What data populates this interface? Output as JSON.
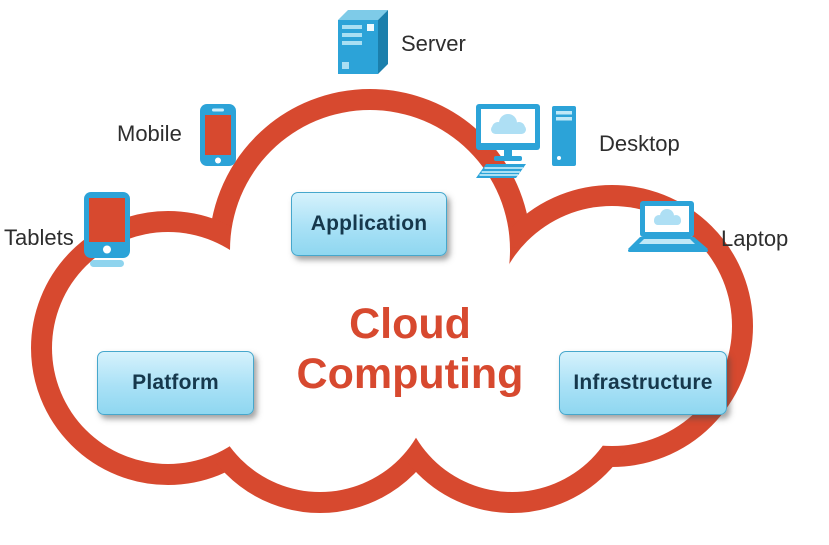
{
  "title": {
    "line1": "Cloud",
    "line2": "Computing"
  },
  "boxes": {
    "application": {
      "label": "Application"
    },
    "platform": {
      "label": "Platform"
    },
    "infrastructure": {
      "label": "Infrastructure"
    }
  },
  "devices": {
    "server": {
      "label": "Server"
    },
    "mobile": {
      "label": "Mobile"
    },
    "tablets": {
      "label": "Tablets"
    },
    "desktop": {
      "label": "Desktop"
    },
    "laptop": {
      "label": "Laptop"
    }
  },
  "colors": {
    "cloud_outline": "#D7492F",
    "title_text": "#D7492F",
    "box_fill_light": "#D6F2FC",
    "box_fill_dark": "#8FD7F0",
    "box_border": "#46A7CC",
    "box_text": "#16384C",
    "device_blue": "#2CA3D8",
    "device_blue_dark": "#1B7FAC",
    "device_blue_light": "#A9DFF3",
    "device_screen_red": "#D7492F",
    "label_text": "#2E2E2E",
    "background": "#FFFFFF"
  }
}
